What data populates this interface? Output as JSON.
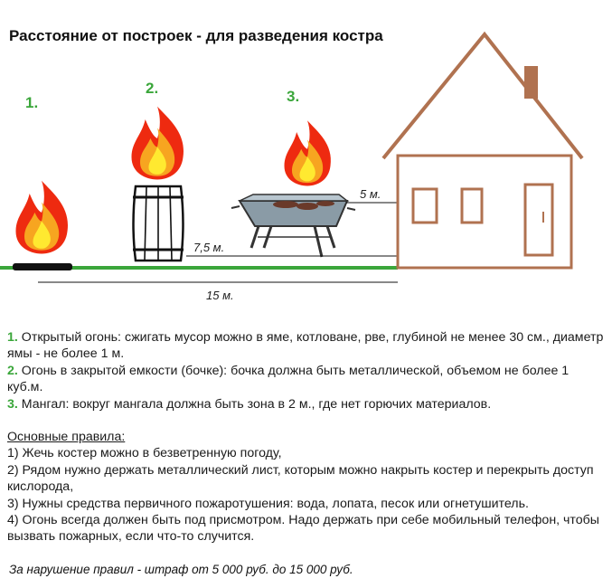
{
  "title": "Расстояние от построек - для разведения костра",
  "markers": [
    "1.",
    "2.",
    "3."
  ],
  "distances": {
    "mangal": "5 м.",
    "barrel": "7,5 м.",
    "open_fire": "15 м."
  },
  "items": [
    {
      "num": "1.",
      "text": "Открытый огонь: сжигать мусор можно в яме, котловане, рве, глубиной не менее 30 см., диаметр ямы - не более 1 м."
    },
    {
      "num": "2.",
      "text": "Огонь в закрытой емкости (бочке): бочка должна быть металлической, объемом не более 1 куб.м."
    },
    {
      "num": "3.",
      "text": "Мангал: вокруг мангала должна быть зона в 2 м., где нет горючих материалов."
    }
  ],
  "rules": {
    "heading": "Основные правила:",
    "list": [
      "1) Жечь костер можно в безветренную погоду,",
      "2) Рядом нужно держать металлический лист, которым можно накрыть костер и перекрыть доступ кислорода,",
      "3) Нужны средства первичного пожаротушения: вода, лопата, песок или огнетушитель.",
      "4) Огонь всегда должен быть под присмотром. Надо держать при себе мобильный телефон, чтобы вызвать пожарных, если что-то случится."
    ]
  },
  "fine": "За нарушение правил - штраф от 5 000 руб. до 15 000 руб.",
  "colors": {
    "green": "#3aa63a",
    "house": "#b07250",
    "flame_outer": "#ee2a10",
    "flame_mid": "#f7a520",
    "flame_inner": "#ffe930",
    "grill": "#8a9ba6"
  }
}
